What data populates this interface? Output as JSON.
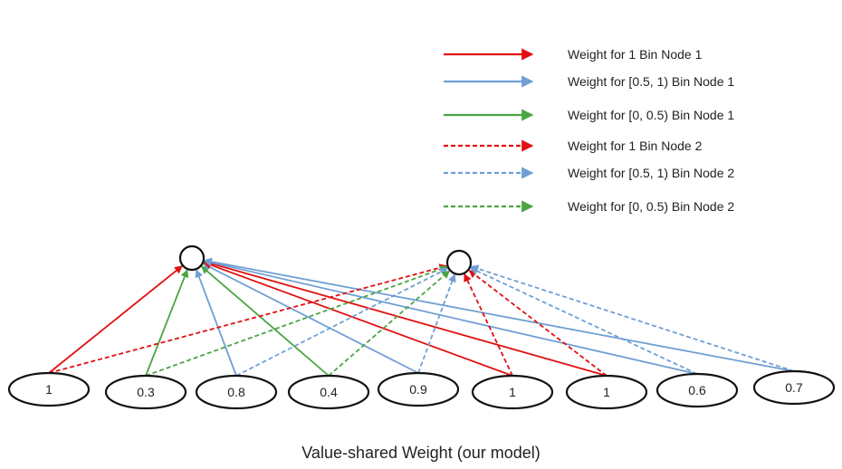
{
  "colors": {
    "red": "#e01010",
    "blue": "#6f9fd4",
    "green": "#4aa543",
    "outline": "#111111"
  },
  "legend": [
    {
      "label": "Weight for 1 Bin Node 1",
      "color": "red",
      "dashed": false
    },
    {
      "label": "Weight for [0.5, 1) Bin Node 1",
      "color": "blue",
      "dashed": false
    },
    {
      "label": "Weight for [0, 0.5)  Bin Node 1",
      "color": "green",
      "dashed": false
    },
    {
      "label": "Weight for 1  Bin Node 2",
      "color": "red",
      "dashed": true
    },
    {
      "label": "Weight for [0.5, 1) Bin Node 2",
      "color": "blue",
      "dashed": true
    },
    {
      "label": "Weight for [0, 0.5) Bin Node 2",
      "color": "green",
      "dashed": true
    }
  ],
  "input_nodes": [
    "1",
    "0.3",
    "0.8",
    "0.4",
    "0.9",
    "1",
    "1",
    "0.6",
    "0.7"
  ],
  "hidden_nodes": [
    "node-1",
    "node-2"
  ],
  "caption": "Value-shared Weight (our model)"
}
